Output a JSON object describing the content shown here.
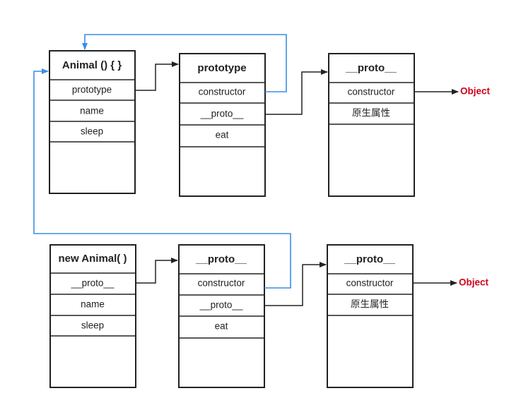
{
  "colors": {
    "line": "#222222",
    "blue_link": "#3a8ee6",
    "object_label": "#d0021b"
  },
  "row1": {
    "animal_fn": {
      "title": "Animal () { }",
      "f1": "prototype",
      "f2": "name",
      "f3": "sleep"
    },
    "prototype_obj": {
      "title": "prototype",
      "f1": "constructor",
      "f2": "__proto__",
      "f3": "eat"
    },
    "proto_obj": {
      "title": "__proto__",
      "f1": "constructor",
      "f2": "原生属性"
    },
    "object_label": "Object"
  },
  "row2": {
    "instance": {
      "title": "new Animal( )",
      "f1": "__proto__",
      "f2": "name",
      "f3": "sleep"
    },
    "proto_obj": {
      "title": "__proto__",
      "f1": "constructor",
      "f2": "__proto__",
      "f3": "eat"
    },
    "proto_obj2": {
      "title": "__proto__",
      "f1": "constructor",
      "f2": "原生属性"
    },
    "object_label": "Object"
  }
}
